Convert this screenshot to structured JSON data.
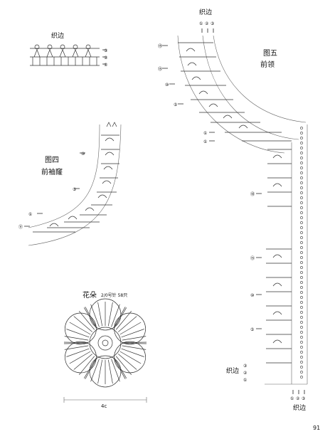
{
  "labels": {
    "edge_small": "织边",
    "fig4_title": "图四",
    "fig4_sub": "前袖窿",
    "fig5_title": "图五",
    "fig5_sub": "前领",
    "flower_title": "花朵",
    "flower_note": "2/0号针 58只",
    "edge_top_right": "织边",
    "edge_bottom_left": "织边",
    "edge_bottom_right": "织边",
    "dimension": "4c",
    "page_number": "91"
  },
  "row_markers": {
    "small_edge": [
      "③",
      "②",
      "①"
    ],
    "fig4": [
      "⑩",
      "⑤",
      "①",
      "⑪"
    ],
    "fig5_top": [
      "⑲",
      "⑮",
      "⑩",
      "⑤",
      "①",
      "①"
    ],
    "fig5_right": [
      "⑱",
      "⑮",
      "⑩",
      "⑤"
    ],
    "edge_top_digits": [
      "①",
      "②",
      "③"
    ],
    "edge_bottom_digits": [
      "①",
      "②",
      "③"
    ],
    "edge_bottom_left_digits": [
      "③",
      "②",
      "①"
    ]
  },
  "flower": {
    "petals": 6
  }
}
